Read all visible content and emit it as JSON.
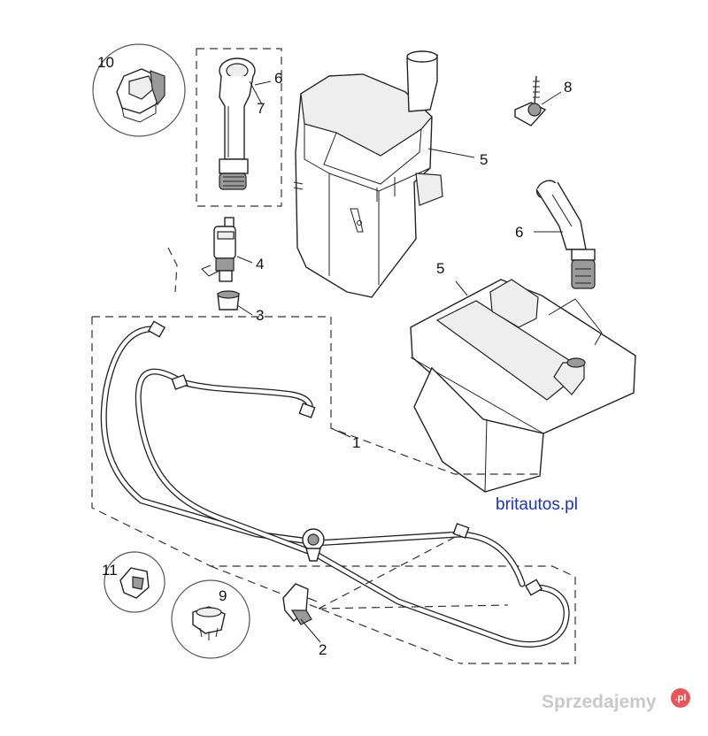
{
  "labels": {
    "p1": "1",
    "p2": "2",
    "p3": "3",
    "p4": "4",
    "p5a": "5",
    "p5b": "5",
    "p6a": "6",
    "p6b": "6",
    "p7": "7",
    "p8": "8",
    "p9": "9",
    "p10": "10",
    "p11": "11"
  },
  "brand_text": "britautos.pl",
  "watermark": {
    "text": "Sprzedajemy",
    "badge": ".pl"
  },
  "colors": {
    "brand": "#1a2fd0",
    "line": "#222222",
    "watermark_badge": "#e8555a"
  }
}
